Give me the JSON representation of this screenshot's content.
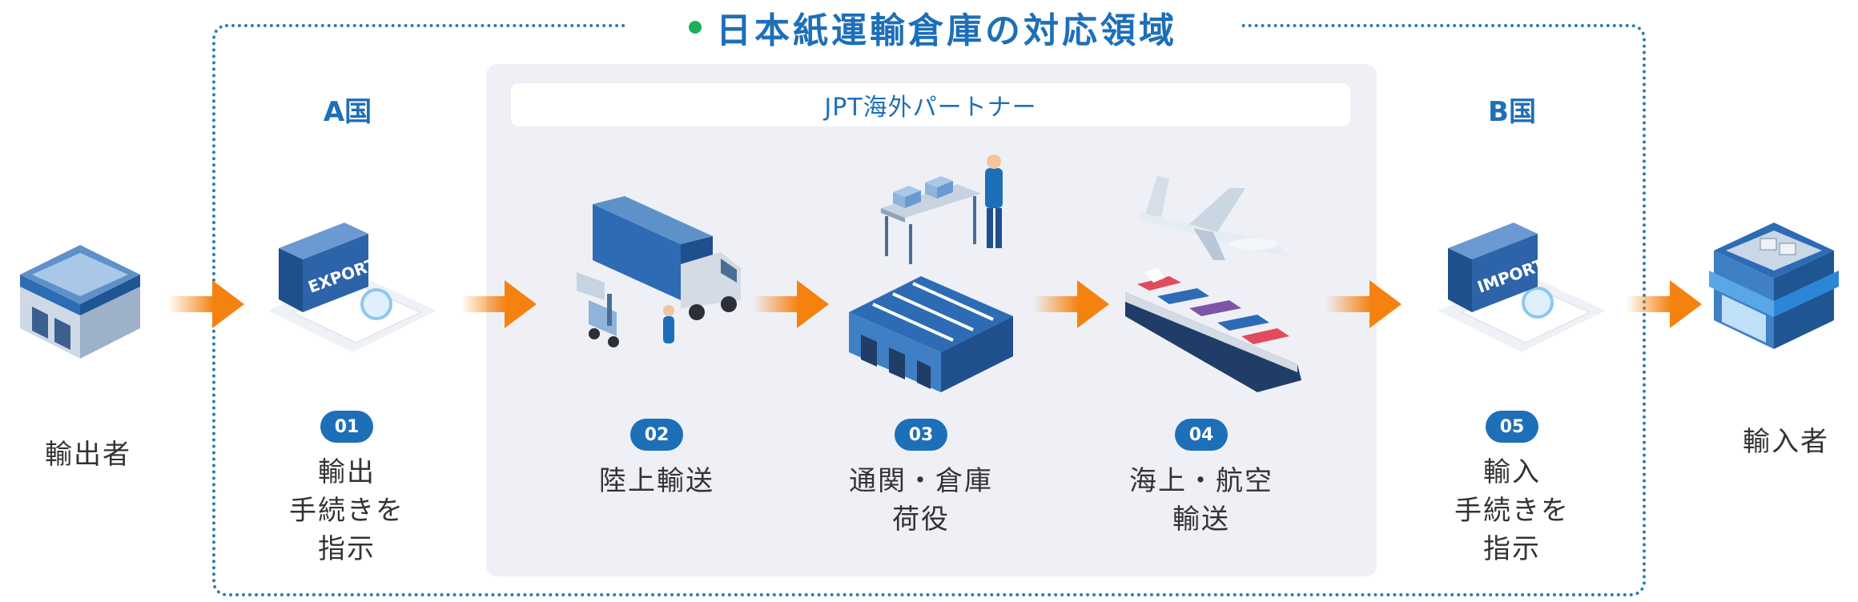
{
  "title": "日本紙運輸倉庫の対応領域",
  "partner_label": "JPT海外パートナー",
  "country_a": "A国",
  "country_b": "B国",
  "exporter": "輸出者",
  "importer": "輸入者",
  "steps": [
    {
      "num": "01",
      "line1": "輸出",
      "line2": "手続きを",
      "line3": "指示"
    },
    {
      "num": "02",
      "line1": "陸上輸送"
    },
    {
      "num": "03",
      "line1": "通関・倉庫",
      "line2": "荷役"
    },
    {
      "num": "04",
      "line1": "海上・航空",
      "line2": "輸送"
    },
    {
      "num": "05",
      "line1": "輸入",
      "line2": "手続きを",
      "line3": "指示"
    }
  ],
  "container_export_text": "EXPORT",
  "container_import_text": "IMPORT",
  "colors": {
    "primary": "#1d6fb8",
    "accent_green": "#1fae5b",
    "arrow_orange": "#f5820f",
    "panel": "#eef0f6"
  }
}
